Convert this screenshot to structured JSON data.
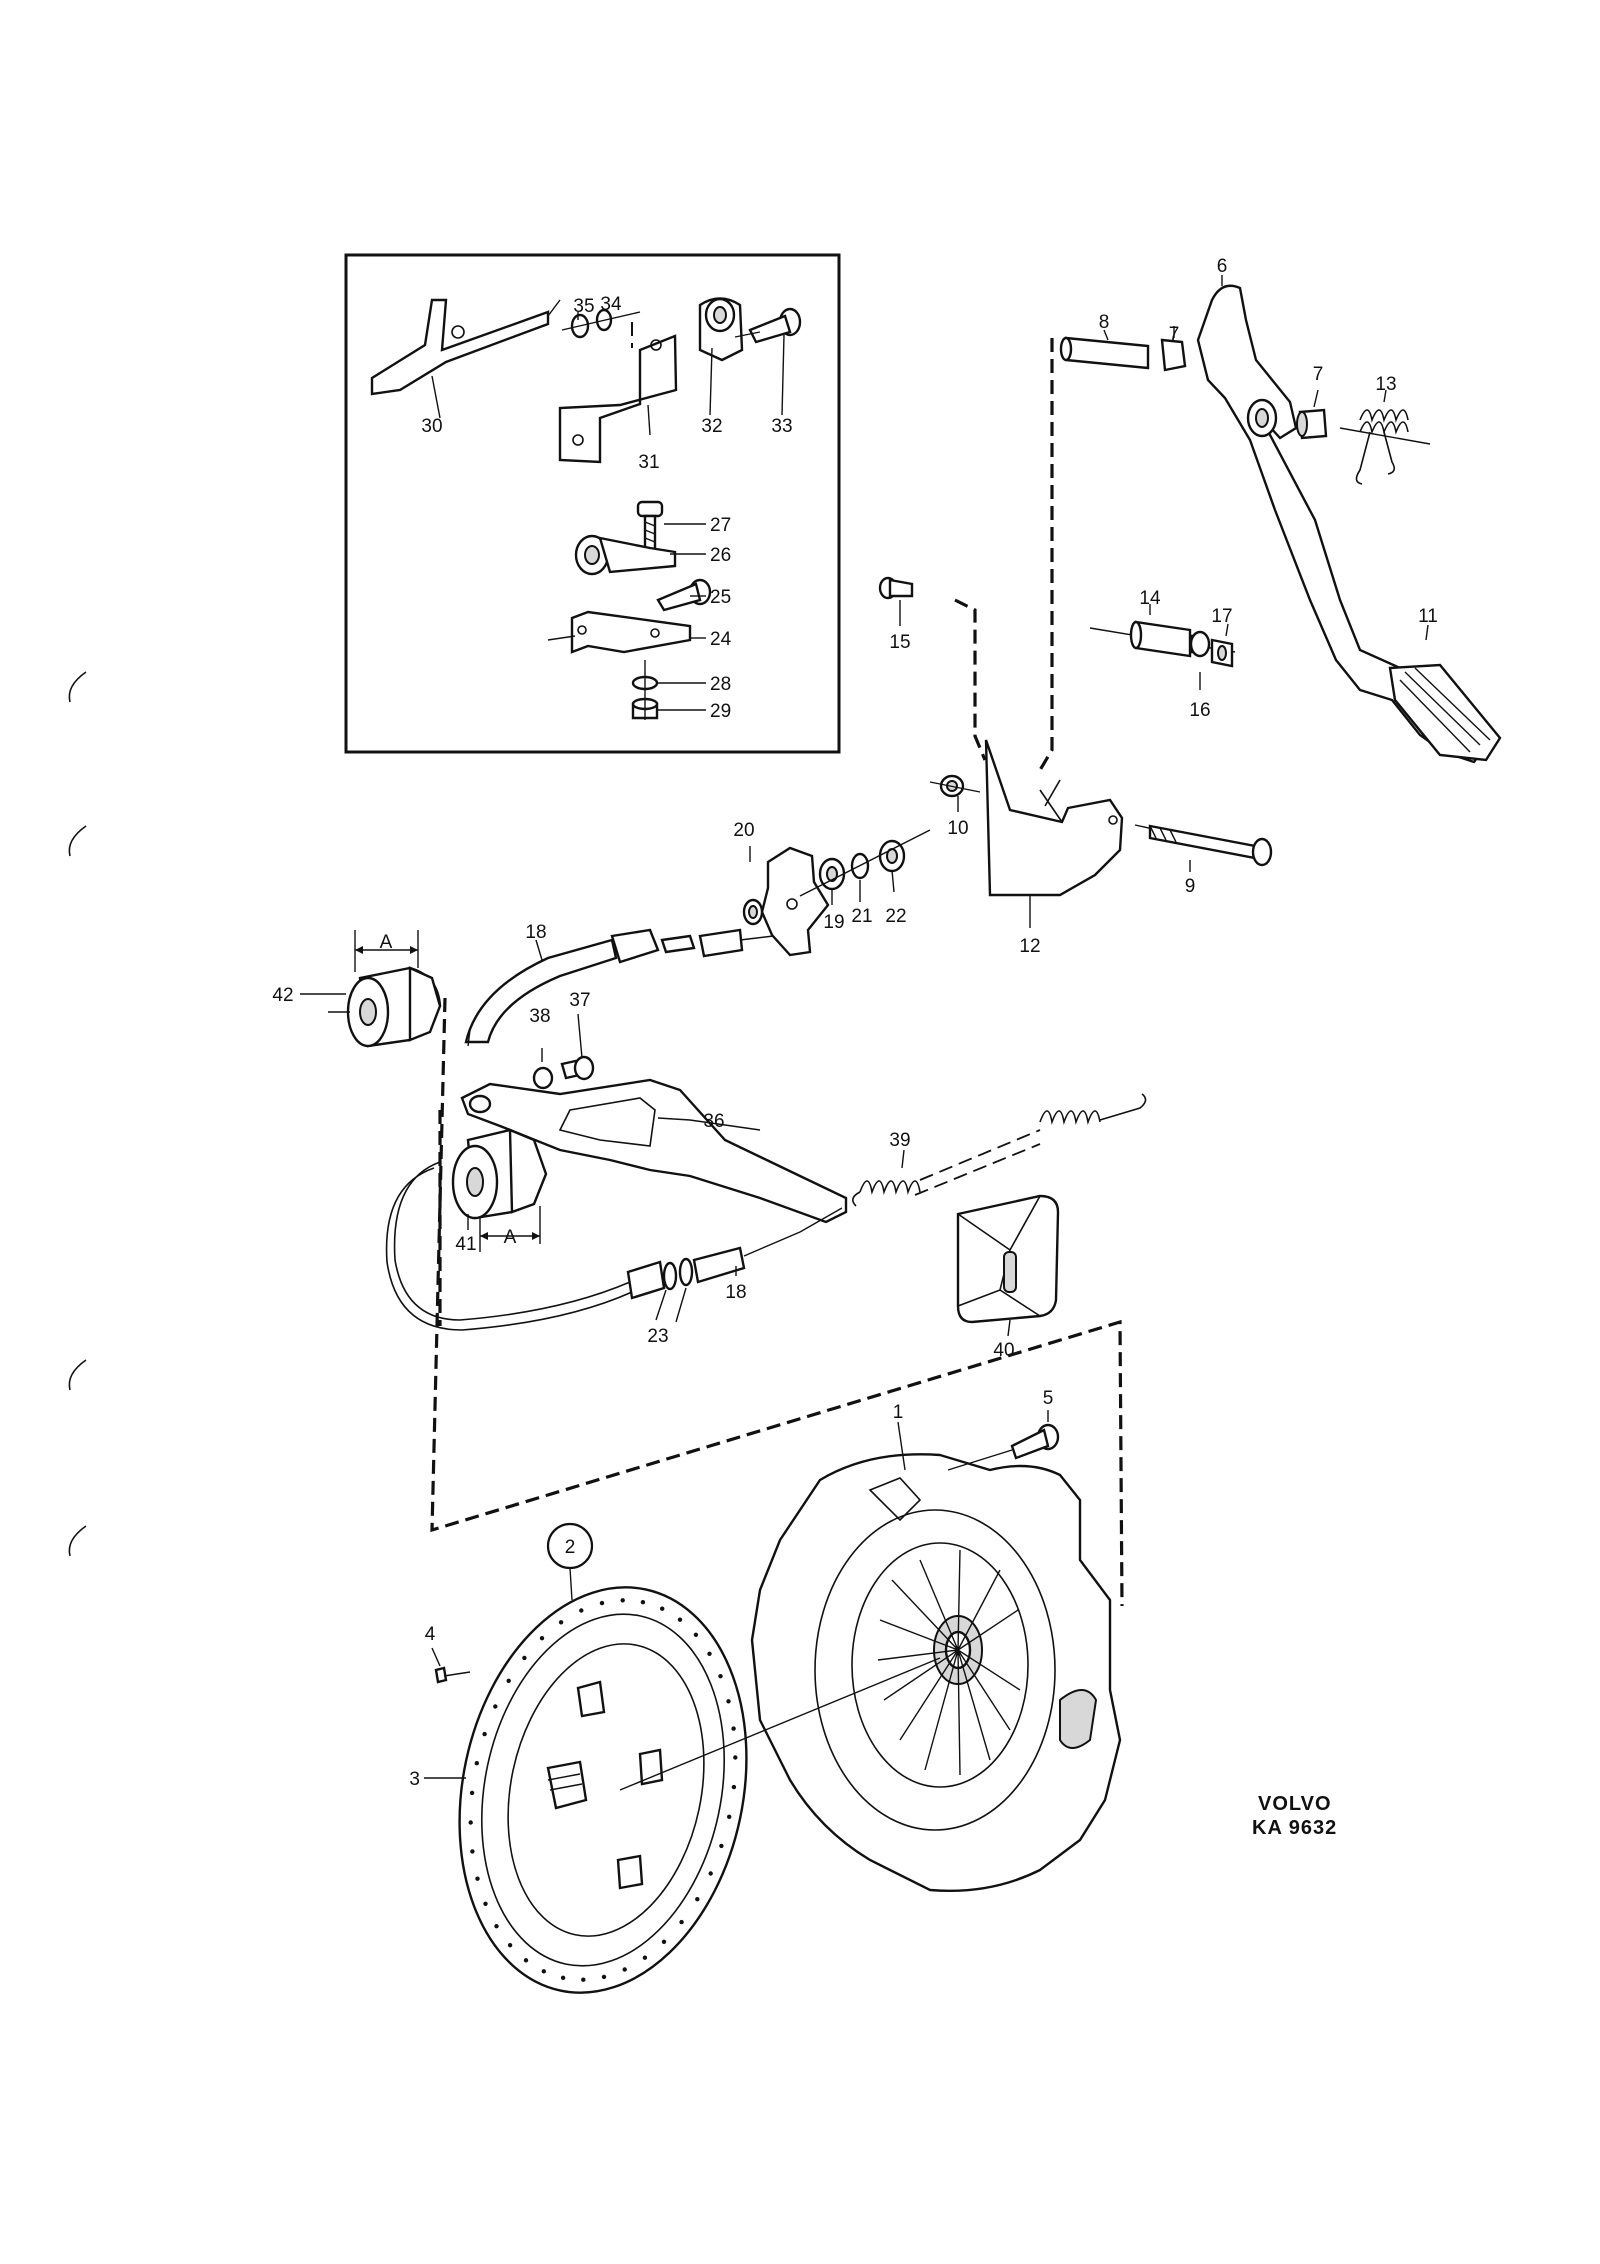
{
  "diagram": {
    "brand": "VOLVO",
    "code": "KA 9632",
    "dimension_label": "A",
    "part_numbers": [
      "1",
      "2",
      "3",
      "4",
      "5",
      "6",
      "7",
      "8",
      "9",
      "10",
      "11",
      "12",
      "13",
      "14",
      "15",
      "16",
      "17",
      "18",
      "19",
      "20",
      "21",
      "22",
      "23",
      "24",
      "25",
      "26",
      "27",
      "28",
      "29",
      "30",
      "31",
      "32",
      "33",
      "34",
      "35",
      "36",
      "37",
      "38",
      "39",
      "40",
      "41",
      "42"
    ]
  }
}
